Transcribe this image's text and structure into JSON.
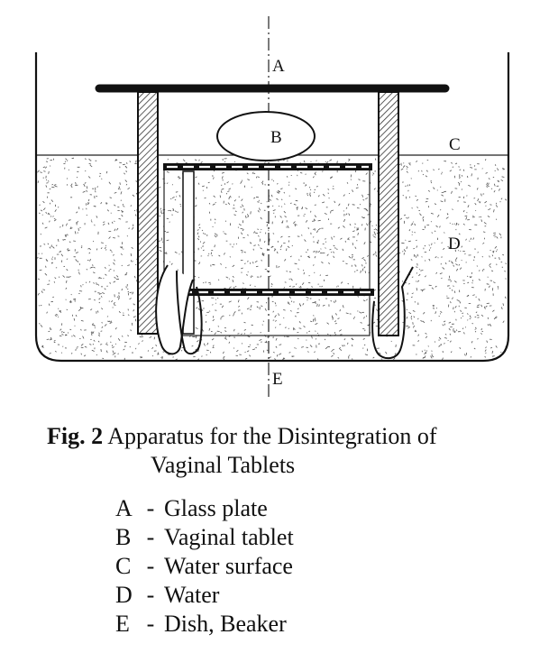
{
  "diagram": {
    "labels": {
      "a": "A",
      "b": "B",
      "c": "C",
      "d": "D",
      "e": "E"
    }
  },
  "caption": {
    "fig_number": "Fig. 2",
    "line1": "Apparatus for the Disintegration of",
    "line2": "Vaginal Tablets"
  },
  "legend": [
    {
      "letter": "A",
      "sep": "-",
      "text": "Glass plate"
    },
    {
      "letter": "B",
      "sep": "-",
      "text": "Vaginal tablet"
    },
    {
      "letter": "C",
      "sep": "-",
      "text": "Water surface"
    },
    {
      "letter": "D",
      "sep": "-",
      "text": "Water"
    },
    {
      "letter": "E",
      "sep": "-",
      "text": "Dish, Beaker"
    }
  ]
}
